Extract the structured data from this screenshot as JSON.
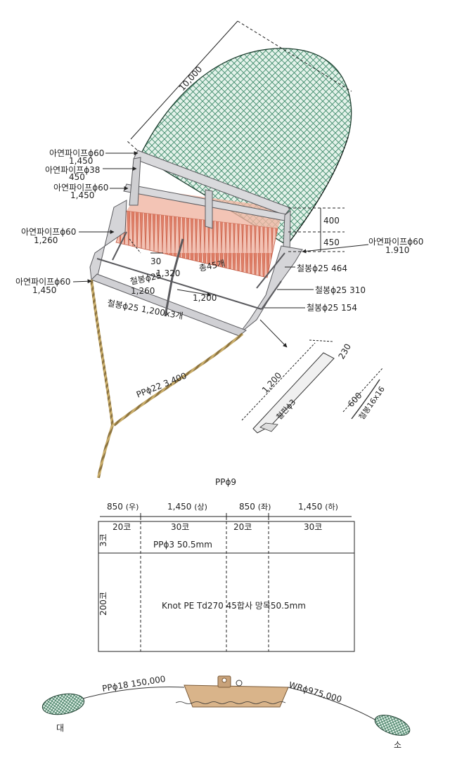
{
  "dredge": {
    "net_length": "10,000",
    "pipe_top_left": "아연파이프ϕ60",
    "pipe_top_left_len": "1,450",
    "pipe_38": "아연파이프ϕ38",
    "pipe_38_len": "450",
    "pipe_mid_left": "아연파이프ϕ60",
    "pipe_mid_left_len": "1,450",
    "pipe_side": "아연파이프ϕ60",
    "pipe_side_len": "1,260",
    "pipe_bottom": "아연파이프ϕ60",
    "pipe_bottom_len": "1,450",
    "pipe_right": "아연파이프ϕ60",
    "pipe_right_len": "1.910",
    "dim_400": "400",
    "dim_450": "450",
    "tooth_spacing": "30",
    "tooth_width": "1,320",
    "tooth_total": "총45개",
    "bar_1": "철봉ϕ25",
    "bar_1_len": "1,260",
    "bar_1_gap": "1,200",
    "bar_2": "철봉ϕ25",
    "bar_2_len": "1,200x3개",
    "bar_464": "철봉ϕ25",
    "bar_464_len": "464",
    "bar_310": "철봉ϕ25",
    "bar_310_len": "310",
    "bar_154": "철봉ϕ25",
    "bar_154_len": "154",
    "rope": "PPϕ22",
    "rope_len": "3,400"
  },
  "blade": {
    "length": "1,200",
    "height": "230",
    "plate": "철판ϕ3",
    "bar_len": "600",
    "bar": "철봉16x16"
  },
  "netplan": {
    "top_rope": "PPϕ9",
    "sections": [
      {
        "len": "850",
        "side": "(우)",
        "mesh": "20코"
      },
      {
        "len": "1,450",
        "side": "(상)",
        "mesh": "30코"
      },
      {
        "len": "850",
        "side": "(좌)",
        "mesh": "20코"
      },
      {
        "len": "1,450",
        "side": "(하)",
        "mesh": "30코"
      }
    ],
    "row1_count": "3코",
    "row1_spec": "PPϕ3 50.5mm",
    "row2_count": "200코",
    "row2_spec": "Knot PE Td270 45합사 망목50.5mm"
  },
  "towing": {
    "left_rope": "PPϕ18 150,000",
    "right_rope": "WRϕ975,000",
    "left_net": "대",
    "right_net": "소"
  },
  "colors": {
    "net_mesh": "#3e8a6a",
    "net_fill": "#dff0e8",
    "frame_fill": "#e0e0e2",
    "frame_stroke": "#5a5a5e",
    "teeth": "#e8907a",
    "rope": "#b59a5c",
    "hull": "#d9b48a"
  }
}
